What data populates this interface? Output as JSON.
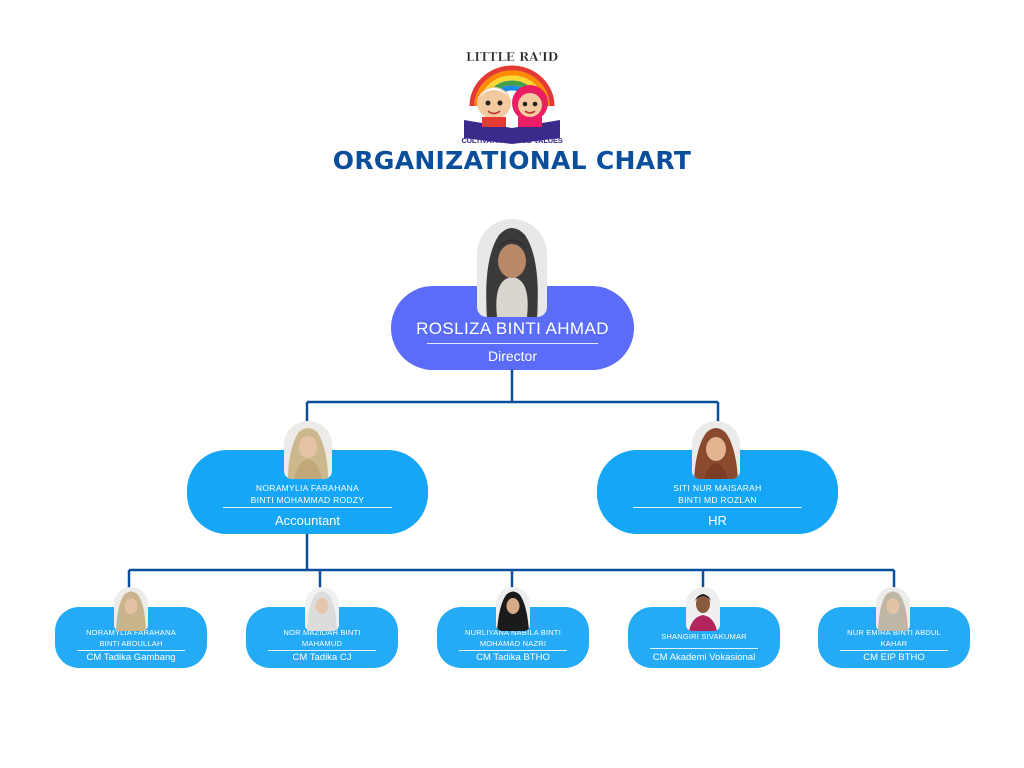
{
  "logo": {
    "brand_text": "LITTLE RA'ID",
    "tagline": "CULTIVATING GOOD VALUES"
  },
  "title": "ORGANIZATIONAL CHART",
  "colors": {
    "title": "#0b4f9c",
    "director_box": "#5b6cf9",
    "manager_box": "#15a6f5",
    "staff_box": "#25aaf5",
    "connector": "#0b4f9c"
  },
  "director": {
    "name": "ROSLIZA BINTI AHMAD",
    "role": "Director"
  },
  "managers": [
    {
      "name_line1": "NORAMYLIA FARAHANA",
      "name_line2": "BINTI MOHAMMAD RODZY",
      "role": "Accountant"
    },
    {
      "name_line1": "SITI NUR MAISARAH",
      "name_line2": "BINTI MD ROZLAN",
      "role": "HR"
    }
  ],
  "staff": [
    {
      "name_line1": "NORAMYLIA FARAHANA",
      "name_line2": "BINTI ABDULLAH",
      "role": "CM Tadika Gambang"
    },
    {
      "name_line1": "NOR MAZIDAH BINTI",
      "name_line2": "MAHAMUD",
      "role": "CM Tadika CJ"
    },
    {
      "name_line1": "NURLIYANA NABILA BINTI",
      "name_line2": "MOHAMAD NAZRI",
      "role": "CM Tadika BTHO"
    },
    {
      "name_line1": "SHANGIRI SIVAKUMAR",
      "name_line2": "",
      "role": "CM Akademi Vokasional"
    },
    {
      "name_line1": "NUR EMIRA BINTI ABDUL",
      "name_line2": "KAHAR",
      "role": "CM EIP BTHO"
    }
  ]
}
